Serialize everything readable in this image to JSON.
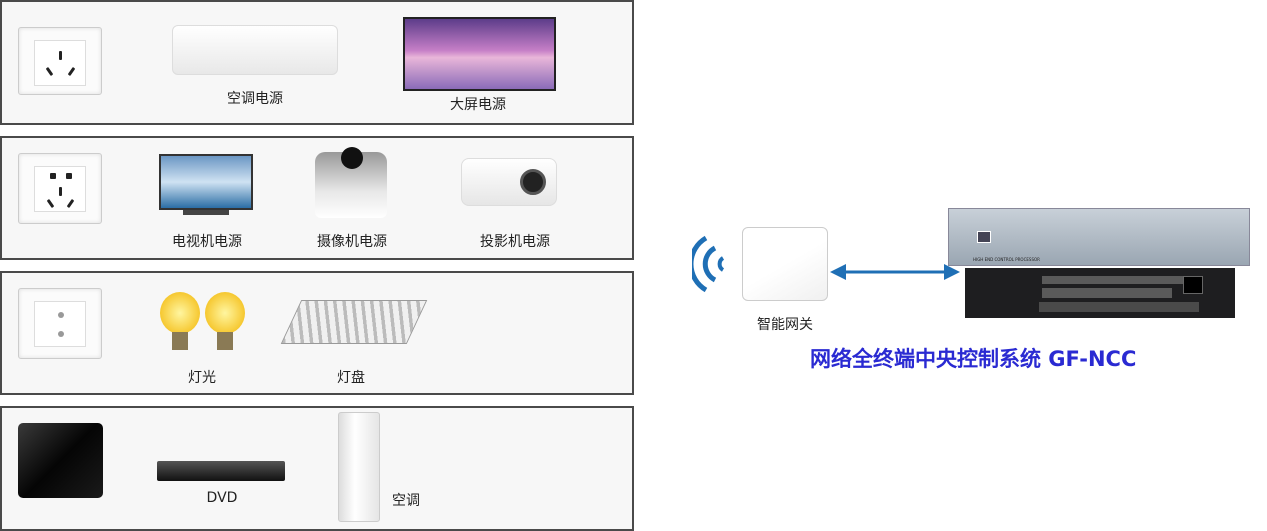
{
  "panels": [
    {
      "items": [
        "空调电源",
        "大屏电源"
      ]
    },
    {
      "items": [
        "电视机电源",
        "摄像机电源",
        "投影机电源"
      ]
    },
    {
      "items": [
        "灯光",
        "灯盘"
      ]
    },
    {
      "items": [
        "DVD",
        "空调"
      ]
    }
  ],
  "gateway": {
    "label": "智能网关"
  },
  "controller": {
    "caption": "HIGH END CONTROL PROCESSOR"
  },
  "title": "网络全终端中央控制系统 GF-NCC",
  "colors": {
    "title": "#2a2ad2",
    "arrow": "#1f6fb5",
    "wifi": "#1f6fb5"
  }
}
